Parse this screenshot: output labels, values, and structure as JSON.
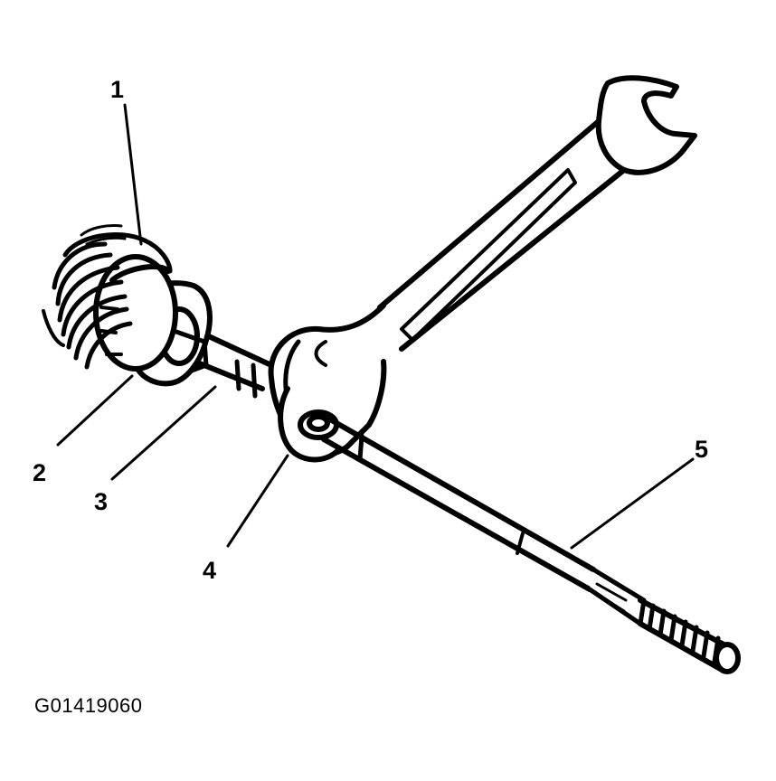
{
  "callouts": [
    {
      "number": "1"
    },
    {
      "number": "2"
    },
    {
      "number": "3"
    },
    {
      "number": "4"
    },
    {
      "number": "5"
    }
  ],
  "figure_id": "G01419060",
  "colors": {
    "line": "#000000",
    "background": "#ffffff"
  }
}
